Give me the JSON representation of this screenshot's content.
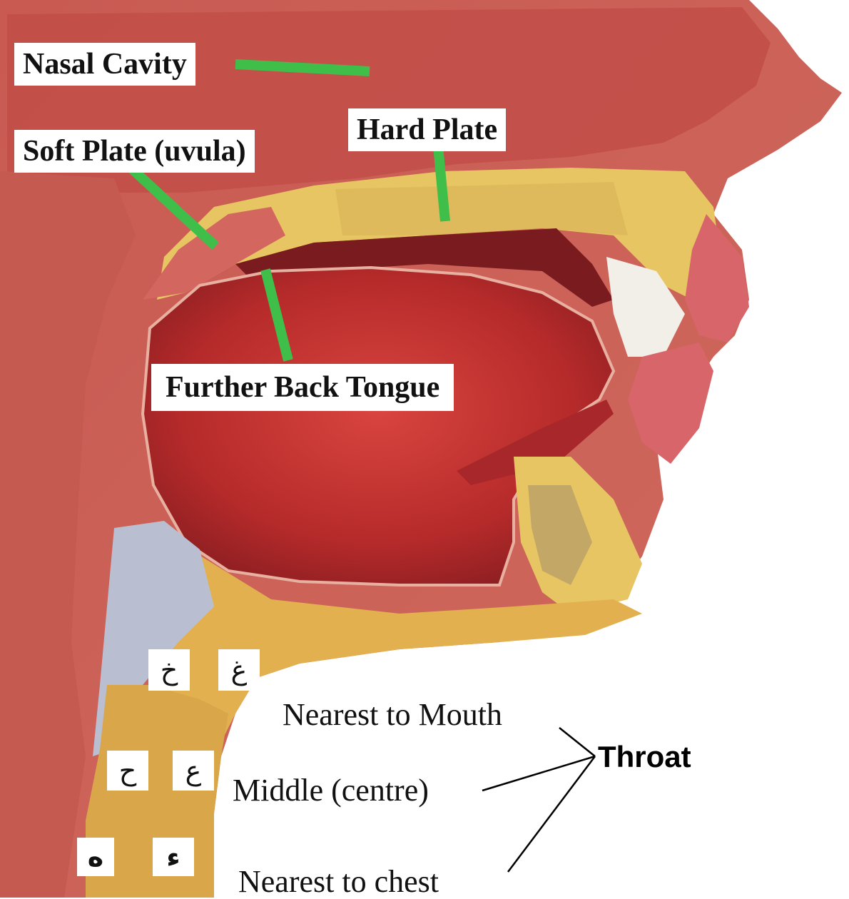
{
  "labels": {
    "nasal_cavity": "Nasal Cavity",
    "hard_plate": "Hard Plate",
    "soft_plate": "Soft Plate (uvula)",
    "further_back_tongue": "Further Back Tongue"
  },
  "letters": {
    "khaa": "خ",
    "ghain": "غ",
    "haa": "ح",
    "ain": "ع",
    "ha": "ه",
    "hamza": "ء"
  },
  "throat": {
    "title": "Throat",
    "nearest_mouth": "Nearest to Mouth",
    "middle": "Middle (centre)",
    "nearest_chest": "Nearest to chest"
  },
  "colors": {
    "flesh": "#c8574f",
    "tongue": "#b52a2a",
    "bone": "#e8c563",
    "pointer": "#3fbf4a"
  }
}
